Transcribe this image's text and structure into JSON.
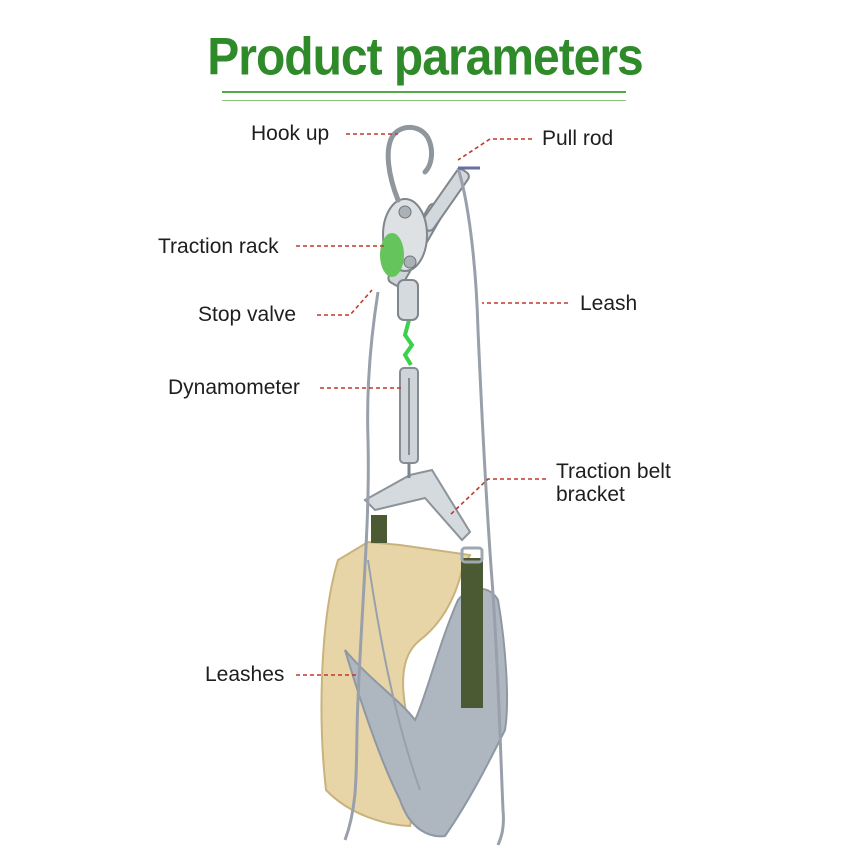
{
  "title": "Product parameters",
  "colors": {
    "title_green": "#2f8a2a",
    "leader_red": "#c0392b",
    "metal": "#c9ced3",
    "cord": "#9aa0ab",
    "belt_cream": "#e8d5a7",
    "belt_grey": "#aeb7c0",
    "strap_olive": "#4b5a32"
  },
  "labels": {
    "hook_up": "Hook up",
    "pull_rod": "Pull rod",
    "traction_rack": "Traction rack",
    "stop_valve": "Stop valve",
    "leash": "Leash",
    "dynamometer": "Dynamometer",
    "traction_belt_bracket_1": "Traction belt",
    "traction_belt_bracket_2": "bracket",
    "leashes": "Leashes"
  }
}
